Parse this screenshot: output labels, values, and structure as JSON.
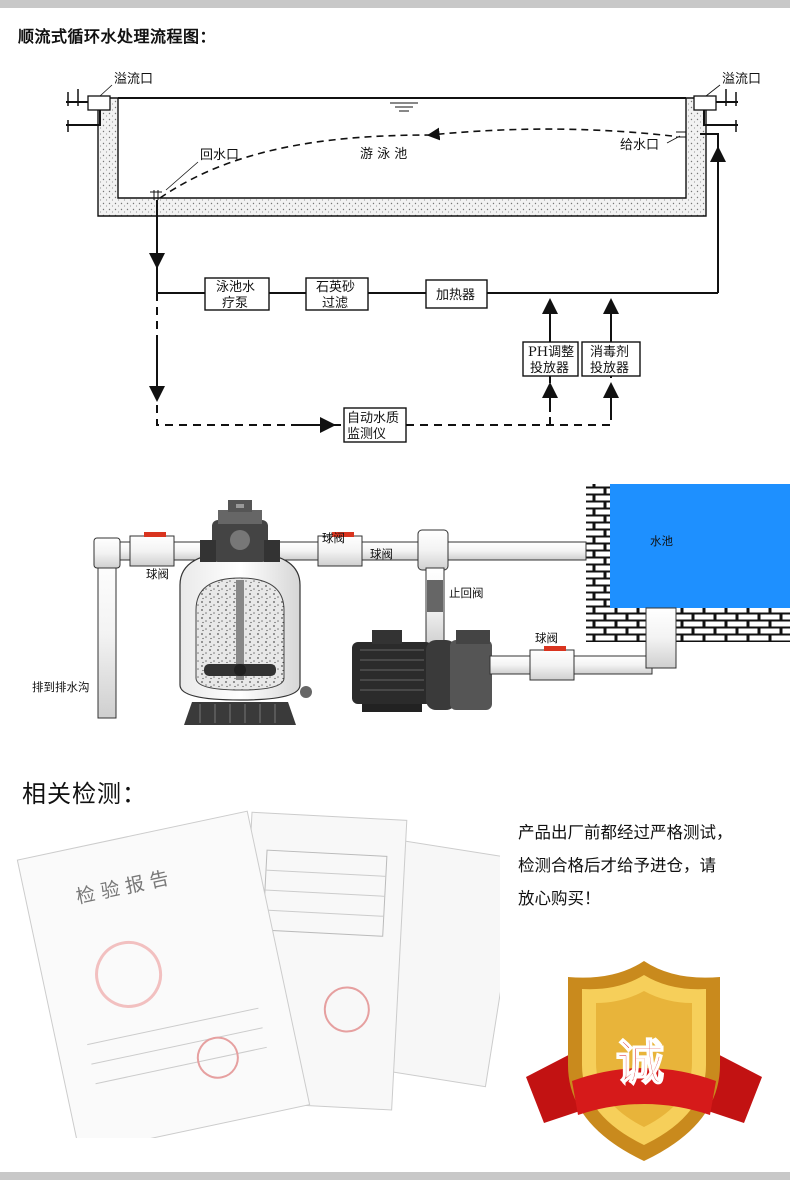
{
  "header": {
    "title": "顺流式循环水处理流程图："
  },
  "flow_diagram": {
    "overflow_left": "溢流口",
    "overflow_right": "溢流口",
    "return_inlet": "回水口",
    "supply_inlet": "给水口",
    "pool": "游 泳 池",
    "pump": [
      "泳池水",
      "疗泵"
    ],
    "sand_filter": [
      "石英砂",
      "过滤"
    ],
    "heater": "加热器",
    "ph_dispenser": [
      "PH调整",
      "投放器"
    ],
    "disinfectant_dispenser": [
      "消毒剂",
      "投放器"
    ],
    "monitor": [
      "自动水质",
      "监测仪"
    ]
  },
  "equipment_diagram": {
    "pool": "水池",
    "ball_valve_left": "球阀",
    "ball_valve_top": "球阀",
    "ball_valve_mid": "球阀",
    "ball_valve_pump": "球阀",
    "check_valve": "止回阀",
    "drain": "排到排水沟"
  },
  "inspection": {
    "title": "相关检测：",
    "description": [
      "产品出厂前都经过严格测试，",
      "检测合格后才给予进仓，请",
      "放心购买！"
    ],
    "report_title": "检 验 报 告",
    "badge_char": "诚"
  },
  "colors": {
    "valve_red": "#d9341f",
    "pool_blue": "#1e90ff",
    "badge_red": "#d61a1a",
    "gold": "#e8b43a"
  }
}
